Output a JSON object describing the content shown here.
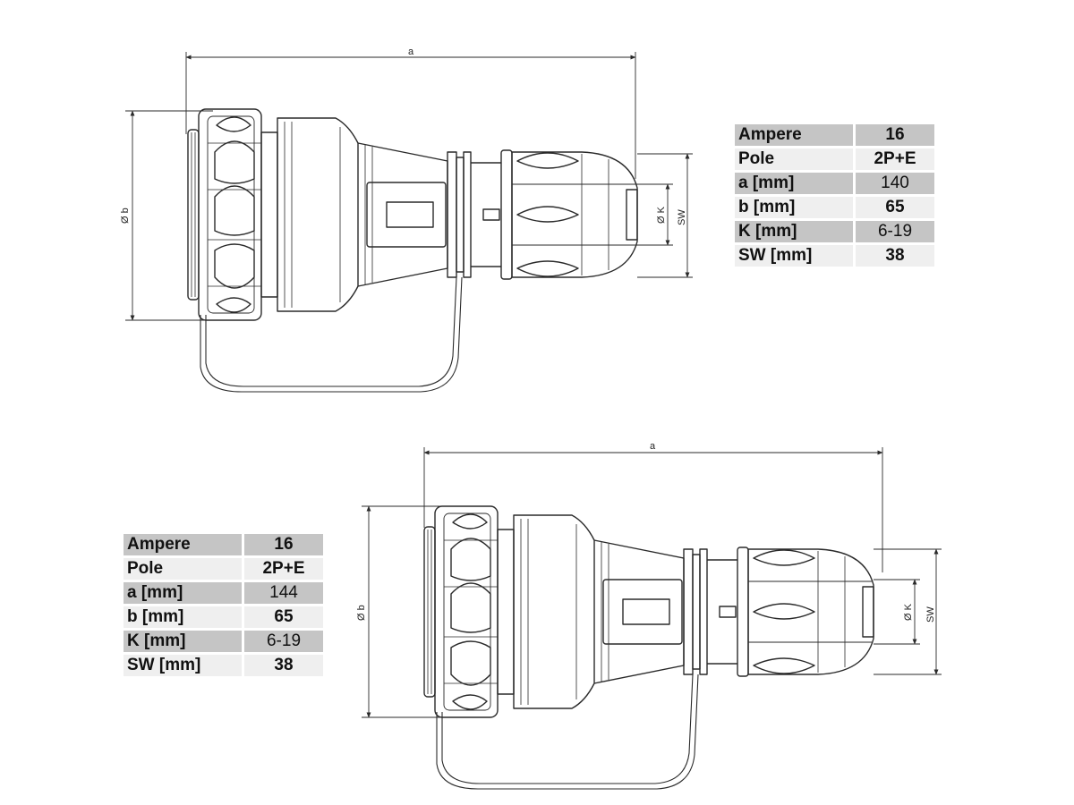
{
  "drawing_top": {
    "dim_a": "a",
    "dim_b": "Ø b",
    "dim_k": "Ø K",
    "dim_sw": "SW"
  },
  "drawing_bottom": {
    "dim_a": "a",
    "dim_b": "Ø b",
    "dim_k": "Ø K",
    "dim_sw": "SW"
  },
  "table_top": {
    "rows": [
      {
        "label": "Ampere",
        "value": "16"
      },
      {
        "label": "Pole",
        "value": "2P+E"
      },
      {
        "label": "a [mm]",
        "value": "140"
      },
      {
        "label": "b [mm]",
        "value": "65"
      },
      {
        "label": "K [mm]",
        "value": "6-19"
      },
      {
        "label": "SW [mm]",
        "value": "38"
      }
    ]
  },
  "table_bottom": {
    "rows": [
      {
        "label": "Ampere",
        "value": "16"
      },
      {
        "label": "Pole",
        "value": "2P+E"
      },
      {
        "label": "a [mm]",
        "value": "144"
      },
      {
        "label": "b [mm]",
        "value": "65"
      },
      {
        "label": "K [mm]",
        "value": "6-19"
      },
      {
        "label": "SW [mm]",
        "value": "38"
      }
    ]
  },
  "colors": {
    "line": "#2a2a2a",
    "row_dark": "#c5c5c5",
    "row_light": "#efefef"
  }
}
